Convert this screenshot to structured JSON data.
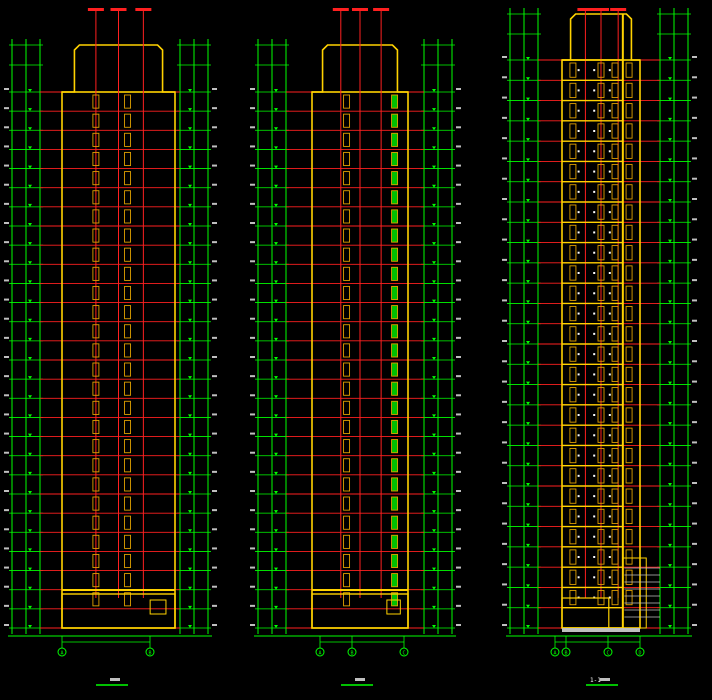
{
  "drawing": {
    "background": "#000000",
    "colors": {
      "dimension": "#00ff00",
      "floor_line": "#ff2020",
      "outline": "#ffd200",
      "window": "#e0a000",
      "text": "#ffffff",
      "section_fill": "#00c000"
    },
    "floors": 28
  },
  "views": [
    {
      "id": "south-elevation",
      "grid_axes": [
        "A",
        "B"
      ],
      "title_label": ""
    },
    {
      "id": "north-elevation",
      "grid_axes": [
        "A",
        "B",
        "C"
      ],
      "title_label": ""
    },
    {
      "id": "section-1-1",
      "grid_axes": [
        "A",
        "B",
        "C",
        "D"
      ],
      "title_label": "1-1"
    }
  ]
}
